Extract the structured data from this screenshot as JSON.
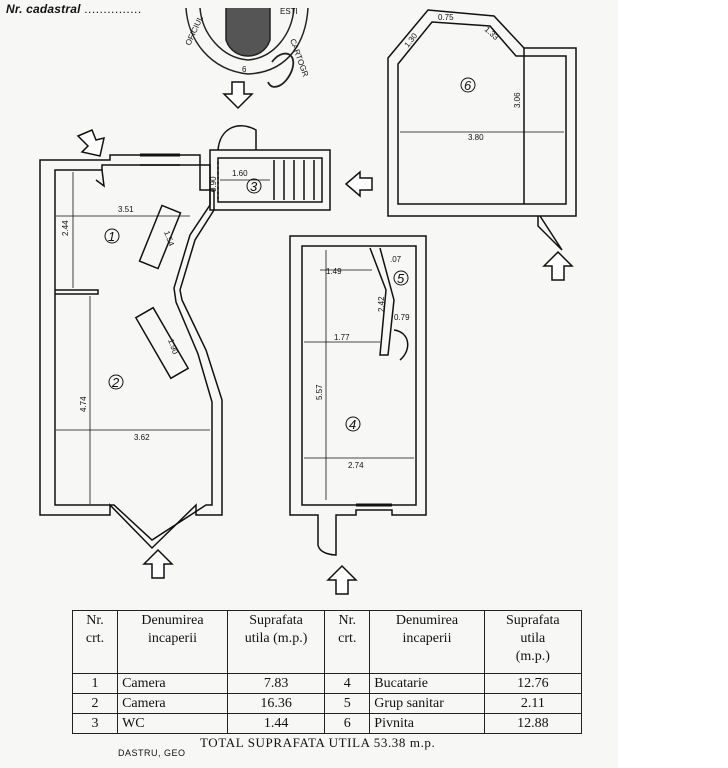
{
  "header": {
    "label": "Nr. cadastral",
    "dots": "..............."
  },
  "stamp": {
    "text_left": "OFICIUL",
    "text_right": "CARTOGR",
    "text_top": "ESTI",
    "number": "6"
  },
  "plan": {
    "rooms": [
      "1",
      "2",
      "3",
      "4",
      "5",
      "6"
    ],
    "dims": {
      "d351": "3.51",
      "d244": "2.44",
      "d154": "1.54",
      "d160": "1.60",
      "d090": "0.90",
      "d190": "1.90",
      "d474": "4.74",
      "d362": "3.62",
      "d149": "1.49",
      "d177": "1.77",
      "d557": "5.57",
      "d274": "2.74",
      "d007": ".07",
      "d242": "2.42",
      "d079": "0.79",
      "d075": "0.75",
      "d130": "1.30",
      "d133": "1.33",
      "d306": "3.06",
      "d380": "3.80"
    }
  },
  "table": {
    "headers": [
      "Nr.\ncrt.",
      "Denumirea\nincaperii",
      "Suprafata\nutila (m.p.)",
      "Nr.\ncrt.",
      "Denumirea\nincaperii",
      "Suprafata\nutila\n(m.p.)"
    ],
    "rows": [
      {
        "n1": "1",
        "name1": "Camera",
        "s1": "7.83",
        "n2": "4",
        "name2": "Bucatarie",
        "s2": "12.76"
      },
      {
        "n1": "2",
        "name1": "Camera",
        "s1": "16.36",
        "n2": "5",
        "name2": "Grup sanitar",
        "s2": "2.11"
      },
      {
        "n1": "3",
        "name1": "WC",
        "s1": "1.44",
        "n2": "6",
        "name2": "Pivnita",
        "s2": "12.88"
      }
    ]
  },
  "total": "TOTAL SUPRAFATA UTILA  53.38 m.p.",
  "stamp_bottom": "DASTRU, GEO"
}
